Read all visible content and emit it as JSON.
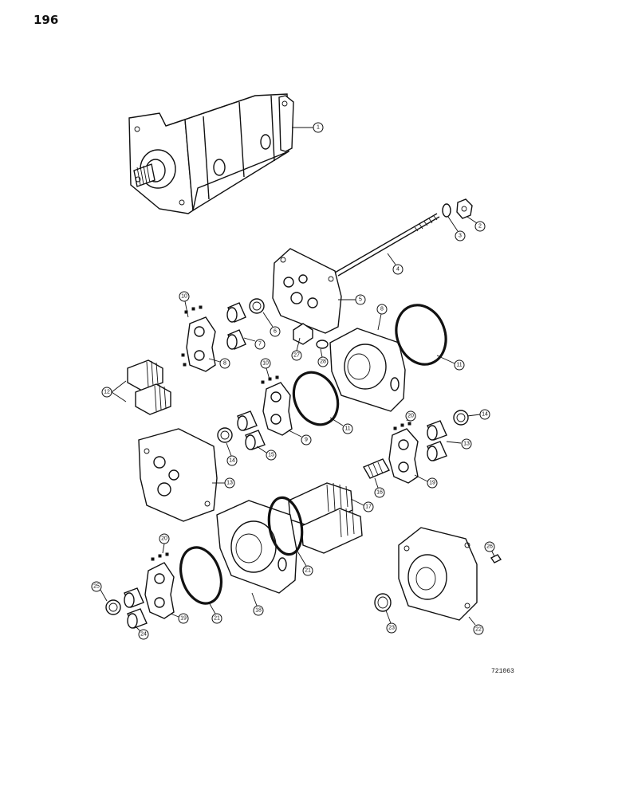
{
  "page_number": "196",
  "figure_code": "721063",
  "callouts": [
    {
      "label": "1"
    },
    {
      "label": "2"
    },
    {
      "label": "3"
    },
    {
      "label": "4"
    },
    {
      "label": "5"
    },
    {
      "label": "6"
    },
    {
      "label": "7"
    },
    {
      "label": "8"
    },
    {
      "label": "8"
    },
    {
      "label": "10"
    },
    {
      "label": "11"
    },
    {
      "label": "12"
    },
    {
      "label": "27"
    },
    {
      "label": "28"
    },
    {
      "label": "10"
    },
    {
      "label": "9"
    },
    {
      "label": "11"
    },
    {
      "label": "14"
    },
    {
      "label": "15"
    },
    {
      "label": "13"
    },
    {
      "label": "20"
    },
    {
      "label": "14"
    },
    {
      "label": "13"
    },
    {
      "label": "16"
    },
    {
      "label": "19"
    },
    {
      "label": "17"
    },
    {
      "label": "21"
    },
    {
      "label": "18"
    },
    {
      "label": "20"
    },
    {
      "label": "21"
    },
    {
      "label": "19"
    },
    {
      "label": "25"
    },
    {
      "label": "24"
    },
    {
      "label": "26"
    },
    {
      "label": "23"
    },
    {
      "label": "22"
    }
  ]
}
